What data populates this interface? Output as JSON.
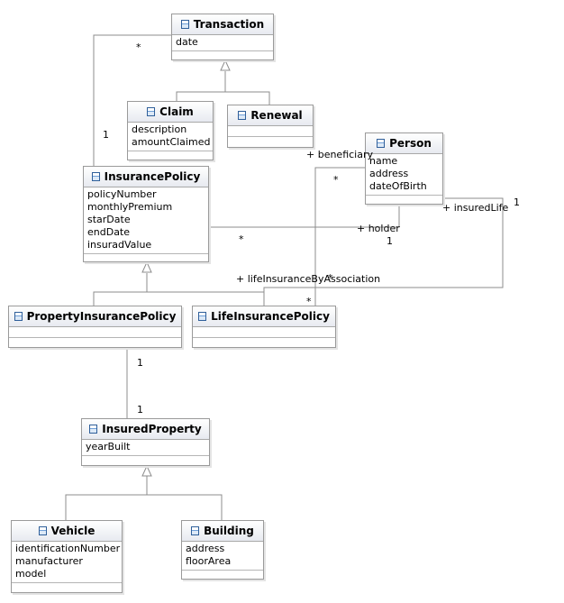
{
  "classes": {
    "transaction": {
      "name": "Transaction",
      "attributes": [
        "date"
      ]
    },
    "claim": {
      "name": "Claim",
      "attributes": [
        "description",
        "amountClaimed"
      ]
    },
    "renewal": {
      "name": "Renewal",
      "attributes": []
    },
    "person": {
      "name": "Person",
      "attributes": [
        "name",
        "address",
        "dateOfBirth"
      ]
    },
    "insurance_policy": {
      "name": "InsurancePolicy",
      "attributes": [
        "policyNumber",
        "monthlyPremium",
        "starDate",
        "endDate",
        "insuradValue"
      ]
    },
    "property_insurance_policy": {
      "name": "PropertyInsurancePolicy",
      "attributes": []
    },
    "life_insurance_policy": {
      "name": "LifeInsurancePolicy",
      "attributes": []
    },
    "insured_property": {
      "name": "InsuredProperty",
      "attributes": [
        "yearBuilt"
      ]
    },
    "vehicle": {
      "name": "Vehicle",
      "attributes": [
        "identificationNumber",
        "manufacturer",
        "model"
      ]
    },
    "building": {
      "name": "Building",
      "attributes": [
        "address",
        "floorArea"
      ]
    }
  },
  "labels": {
    "transaction_mult": "*",
    "policy_transaction_mult": "1",
    "beneficiary_role": "+ beneficiary",
    "beneficiary_mult": "*",
    "holder_role": "+ holder",
    "holder_mult": "1",
    "policy_holder_mult": "*",
    "insured_life_role": "+ insuredLife",
    "insured_life_mult": "1",
    "life_assoc_role": "+ lifeInsuranceByAssociation",
    "life_assoc_mult": "*",
    "life_policy_mult": "*",
    "property_policy_mult": "1",
    "insured_property_mult": "1"
  }
}
